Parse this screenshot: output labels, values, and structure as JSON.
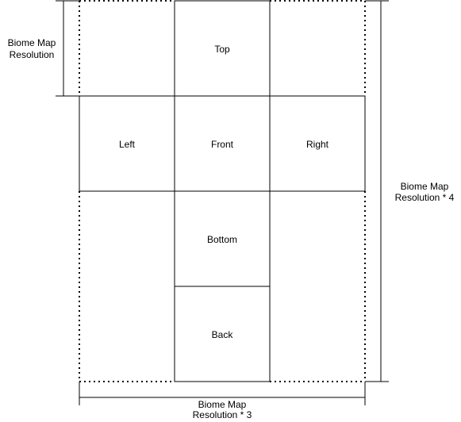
{
  "faces": {
    "top": "Top",
    "left": "Left",
    "front": "Front",
    "right": "Right",
    "bottom": "Bottom",
    "back": "Back"
  },
  "dimensions": {
    "left_line1": "Biome Map",
    "left_line2": "Resolution",
    "right_line1": "Biome Map",
    "right_line2": "Resolution * 4",
    "bottom_line1": "Biome Map",
    "bottom_line2": "Resolution * 3"
  }
}
